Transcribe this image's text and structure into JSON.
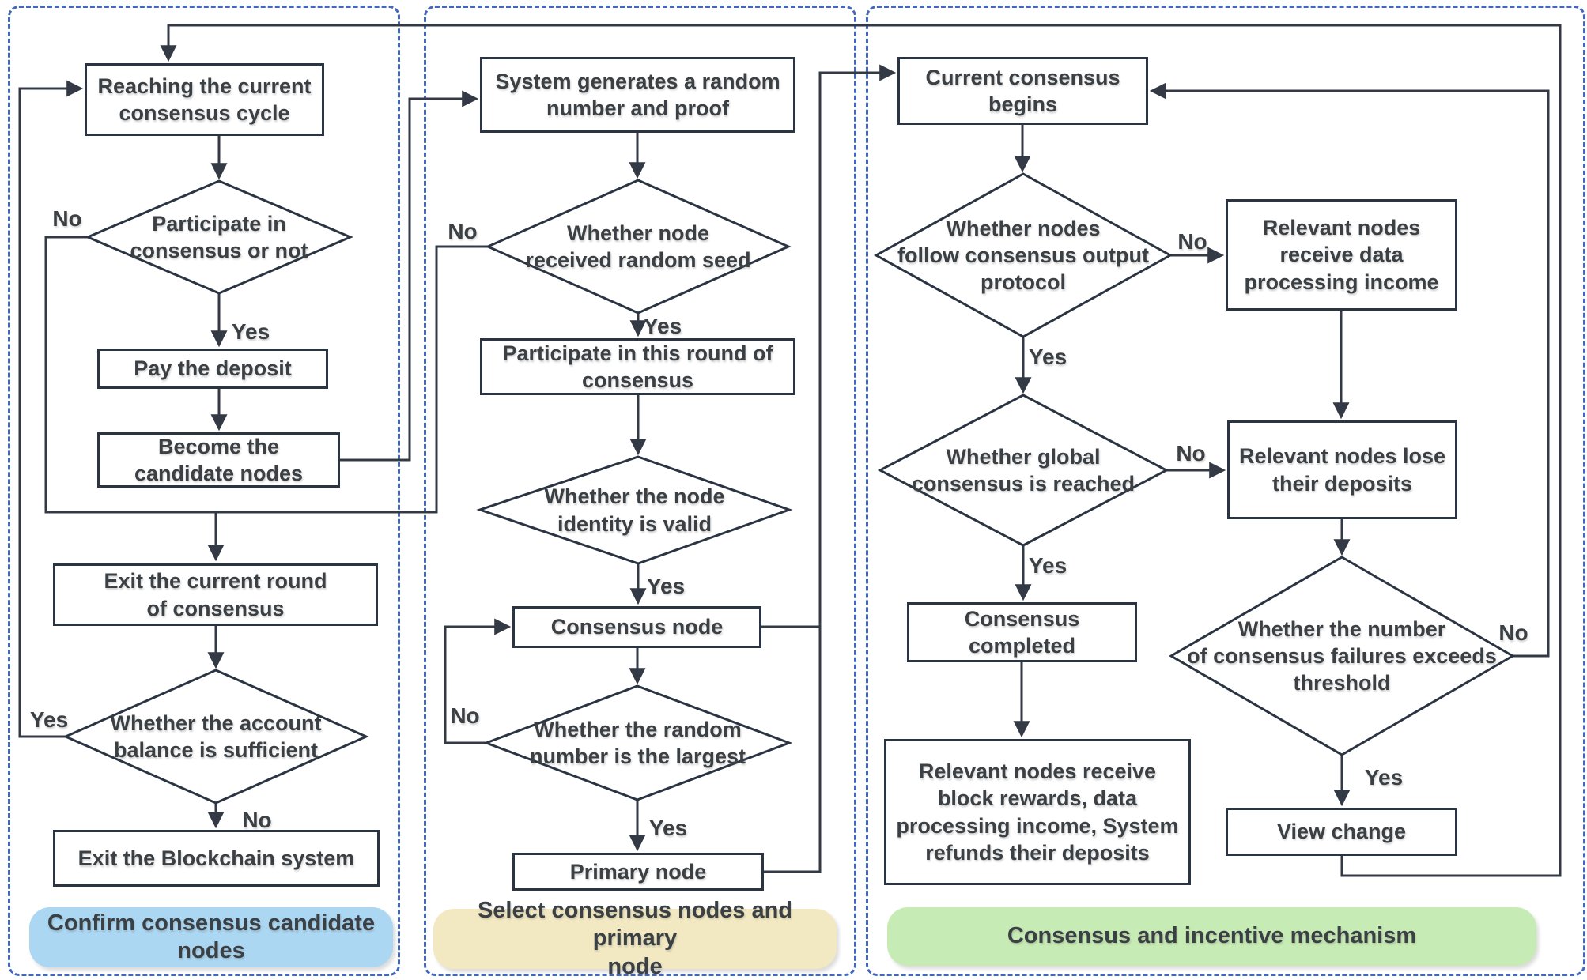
{
  "colors": {
    "panel_border": "#4368bb",
    "connector_line": "#333a45",
    "box_border": "#2b3442",
    "text": "#3b4045",
    "label_blue_bg": "#abd7f3",
    "label_yellow_bg": "#f2e9c3",
    "label_green_bg": "#c7ebb5"
  },
  "edge_labels": {
    "yes": "Yes",
    "no": "No"
  },
  "panels": [
    {
      "label": "Confirm consensus candidate\nnodes"
    },
    {
      "label": "Select consensus nodes and primary\nnode"
    },
    {
      "label": "Consensus and incentive mechanism"
    }
  ],
  "nodes": {
    "reaching_cycle": "Reaching the current\nconsensus cycle",
    "participate_or_not": "Participate in\nconsensus or not",
    "pay_deposit": "Pay the deposit",
    "become_candidate": "Become the\ncandidate nodes",
    "exit_round": "Exit the current round\nof consensus",
    "balance_sufficient": "Whether the account\nbalance is sufficient",
    "exit_blockchain": "Exit the Blockchain system",
    "system_generates": "System generates a random\nnumber and proof",
    "received_seed": "Whether node\nreceived  random seed",
    "participate_round": "Participate in this round of\nconsensus",
    "identity_valid": "Whether the node\nidentity is valid",
    "consensus_node": "Consensus node",
    "random_largest": "Whether the random\nnumber is the largest",
    "primary_node": "Primary node",
    "consensus_begins": "Current consensus\nbegins",
    "follow_protocol": "Whether nodes\nfollow consensus output\nprotocol",
    "receive_income": "Relevant nodes\nreceive data\nprocessing income",
    "global_reached": "Whether global\nconsensus is reached",
    "lose_deposits": "Relevant nodes lose\ntheir deposits",
    "consensus_completed": "Consensus\ncompleted",
    "failures_exceed": "Whether the number\nof consensus failures exceeds\nthreshold",
    "rewards_refund": "Relevant nodes receive\nblock rewards, data\nprocessing income, System\nrefunds their deposits",
    "view_change": "View change"
  }
}
